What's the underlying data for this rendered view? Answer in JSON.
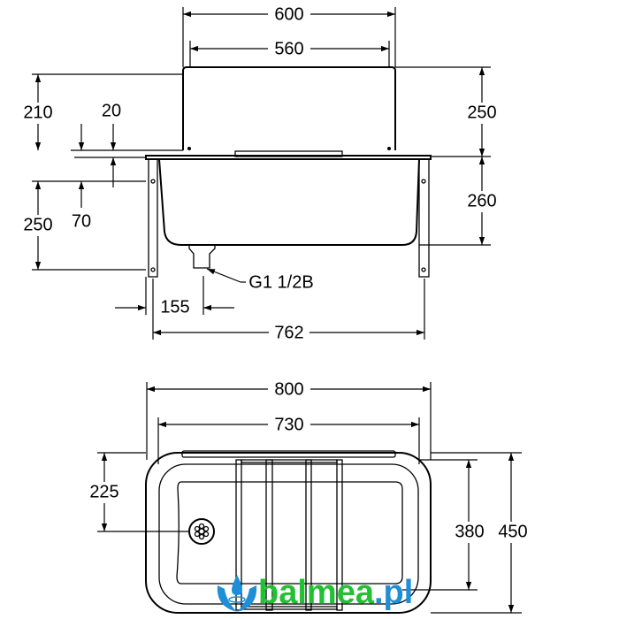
{
  "drawing": {
    "front_view": {
      "dim_backplate_outer_width": "600",
      "dim_backplate_inner_width": "560",
      "dim_backplate_height": "210",
      "dim_offset": "20",
      "dim_bracket_height_left": "250",
      "dim_bracket_offset": "70",
      "dim_backplate_height_right": "250",
      "dim_basin_depth": "260",
      "drain_thread": "G1 1/2B",
      "dim_drain_offset": "155",
      "dim_bracket_spacing": "762"
    },
    "top_view": {
      "dim_overall_width": "800",
      "dim_inner_width": "730",
      "dim_drain_position": "225",
      "dim_inner_depth": "380",
      "dim_overall_depth": "450"
    },
    "watermark": {
      "text_main": "balmea",
      "text_tld": ".pl",
      "color_main": "#22c033",
      "color_tld": "#1e8fd6"
    }
  }
}
